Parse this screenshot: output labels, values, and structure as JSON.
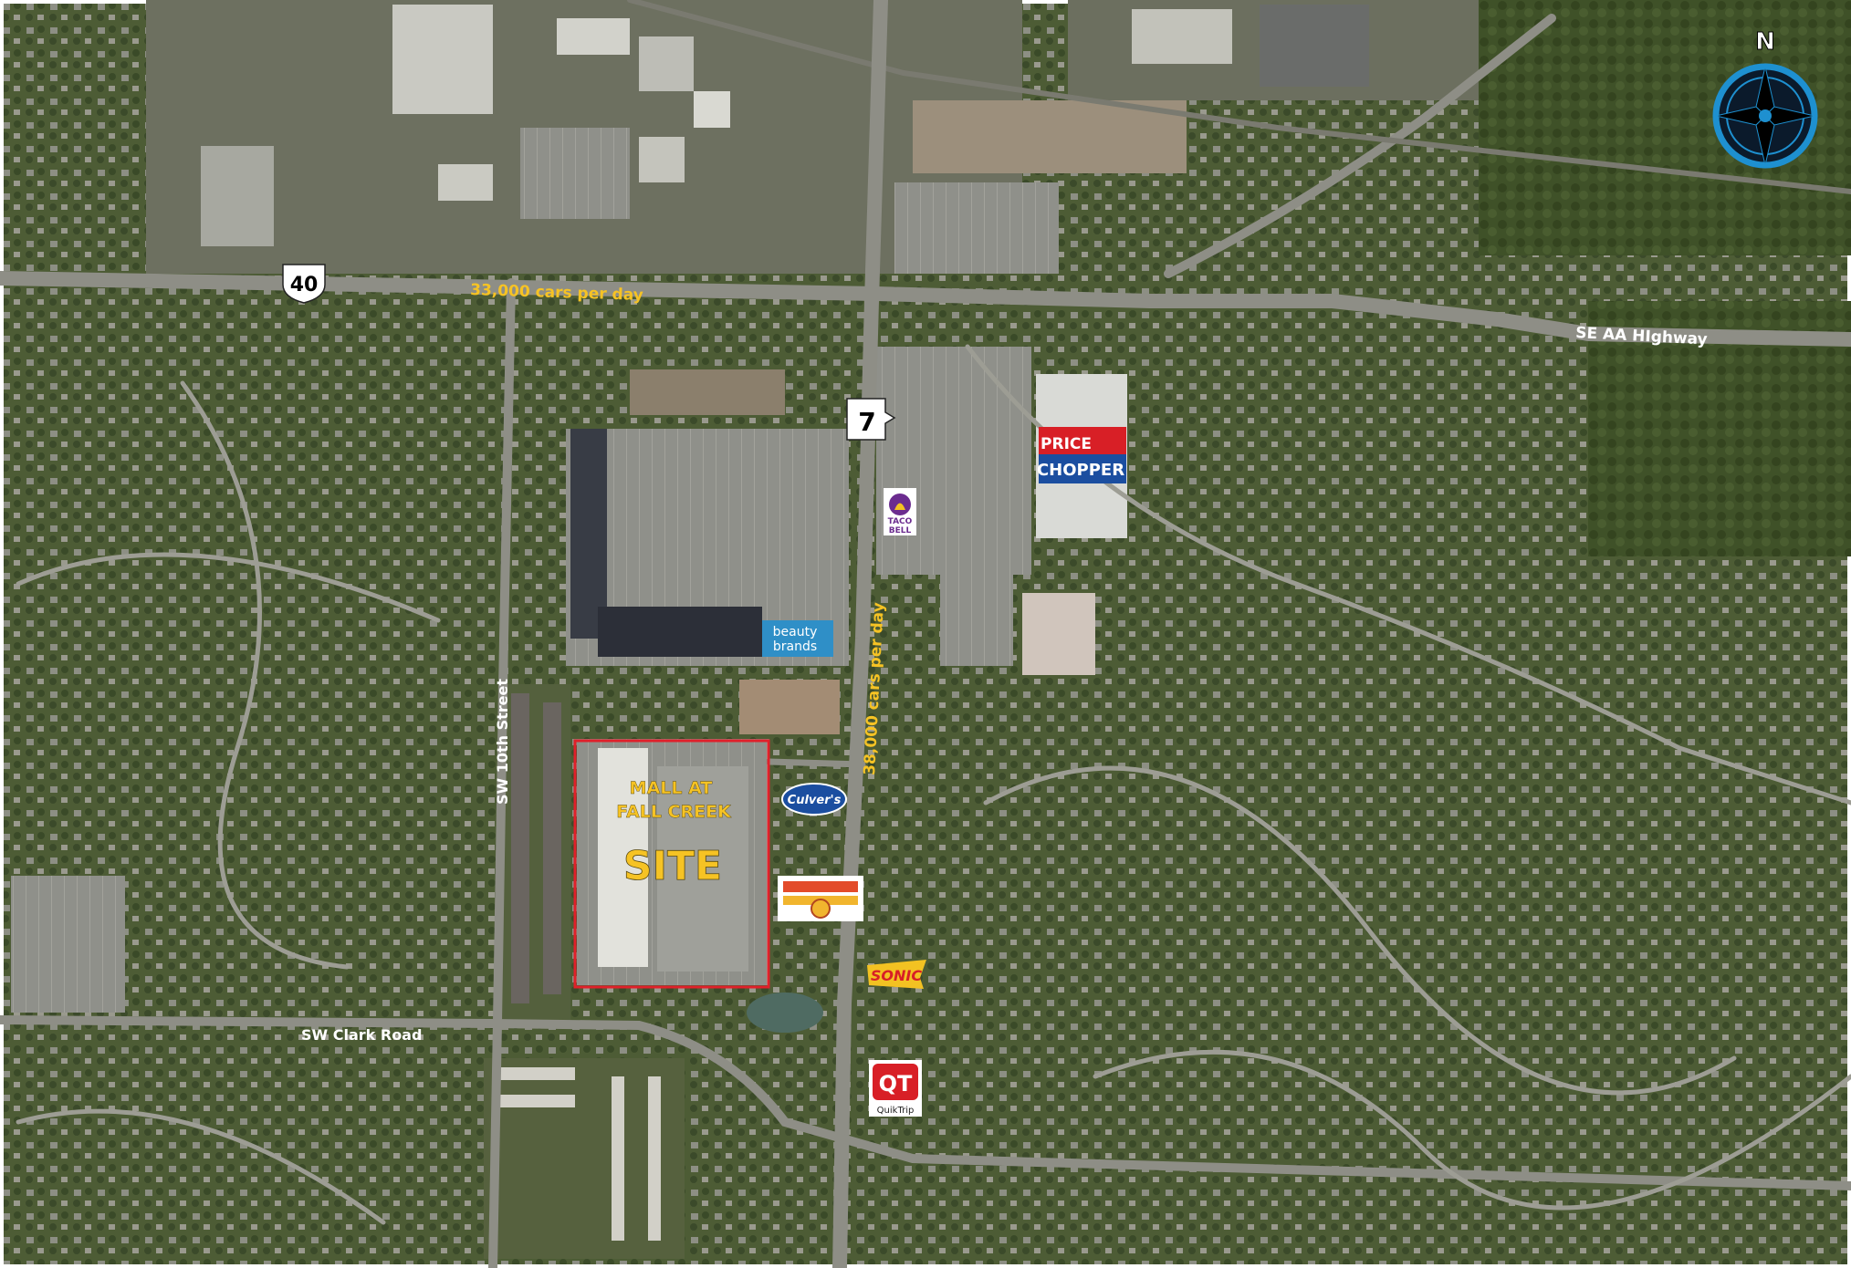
{
  "map": {
    "roads": {
      "us40_shield": "40",
      "us40_traffic": "33,000 cars per day",
      "route7_shield": "7",
      "route7_traffic": "38,000 cars per day",
      "se_aa_highway": "SE AA HIghway",
      "sw_10th_street": "SW 10th Street",
      "sw_clark_road": "SW Clark Road"
    },
    "site": {
      "line1": "MALL AT",
      "line2": "FALL CREEK",
      "label": "SITE",
      "outline_color": "#e0202a",
      "label_color": "#f6c324"
    },
    "compass": {
      "north": "N"
    },
    "logos": {
      "price_chopper": {
        "line1": "PRICE",
        "line2": "CHOPPER",
        "color": "#d81f26"
      },
      "taco_bell": {
        "line1": "TACO",
        "line2": "BELL"
      },
      "beauty_brands": {
        "line1": "beauty",
        "line2": "brands"
      },
      "culvers": {
        "text": "Culver's"
      },
      "sonic": {
        "text": "SONIC"
      },
      "quiktrip": {
        "mark": "QT",
        "name": "QuikTrip"
      }
    },
    "colors": {
      "vegetation": "#4a5b33",
      "road": "#8c8c84",
      "label_text": "#f6c324"
    }
  }
}
